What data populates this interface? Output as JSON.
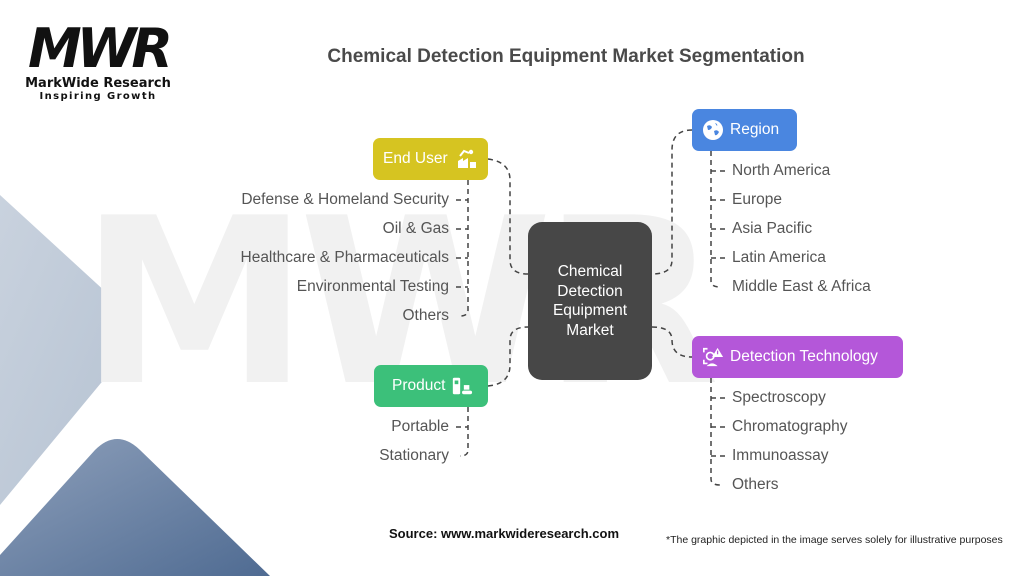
{
  "brand": {
    "logo_mark": "MWR",
    "name": "MarkWide Research",
    "tagline": "Inspiring Growth",
    "watermark": "MWR"
  },
  "title": "Chemical Detection Equipment Market Segmentation",
  "center": {
    "lines": [
      "Chemical",
      "Detection",
      "Equipment",
      "Market"
    ]
  },
  "segments": {
    "end_user": {
      "label": "End User",
      "icon": "factory-robot-arm-icon",
      "color": "#d6c421",
      "items": [
        "Defense & Homeland Security",
        "Oil & Gas",
        "Healthcare & Pharmaceuticals",
        "Environmental Testing",
        "Others"
      ]
    },
    "product": {
      "label": "Product",
      "icon": "device-conveyor-icon",
      "color": "#3cc07a",
      "items": [
        "Portable",
        "Stationary"
      ]
    },
    "region": {
      "label": "Region",
      "icon": "globe-icon",
      "color": "#4a86e0",
      "items": [
        "North America",
        "Europe",
        "Asia Pacific",
        "Latin America",
        "Middle East & Africa"
      ]
    },
    "detection_technology": {
      "label": "Detection Technology",
      "icon": "hazard-scan-icon",
      "color": "#b457d9",
      "items": [
        "Spectroscopy",
        "Chromatography",
        "Immunoassay",
        "Others"
      ]
    }
  },
  "footer": {
    "source": "Source: www.markwideresearch.com",
    "disclaimer": "*The graphic depicted in the image serves solely for illustrative purposes"
  }
}
